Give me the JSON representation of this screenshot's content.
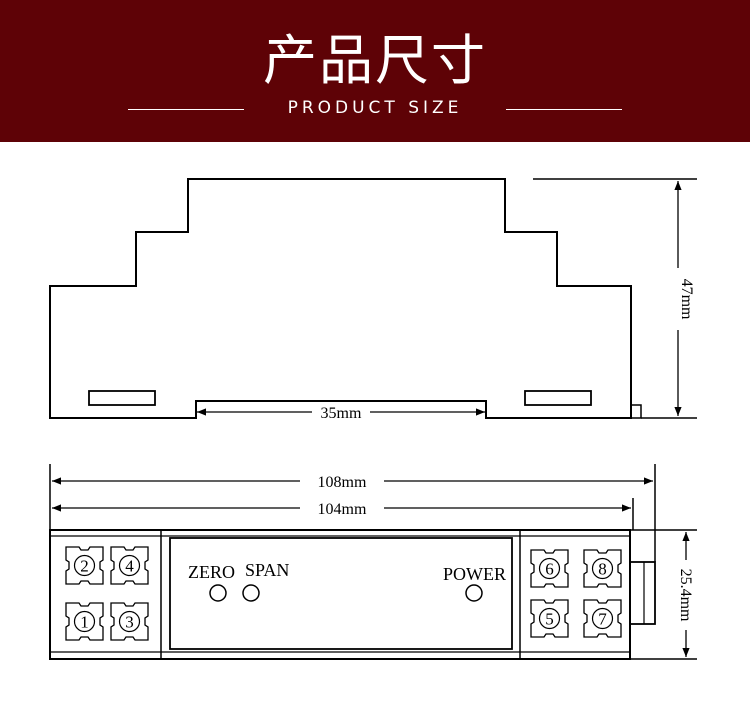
{
  "header": {
    "title": "产品尺寸",
    "subtitle": "PRODUCT SIZE",
    "background_color": "#5e0206",
    "text_color": "#ffffff"
  },
  "side_view": {
    "rail_width_label": "35mm",
    "height_label": "47mm"
  },
  "top_view": {
    "overall_length_label": "108mm",
    "body_length_label": "104mm",
    "width_label": "25.4mm",
    "zero_label": "ZERO",
    "span_label": "SPAN",
    "power_label": "POWER",
    "left_terminals": [
      "2",
      "4",
      "1",
      "3"
    ],
    "right_terminals": [
      "6",
      "8",
      "5",
      "7"
    ]
  }
}
